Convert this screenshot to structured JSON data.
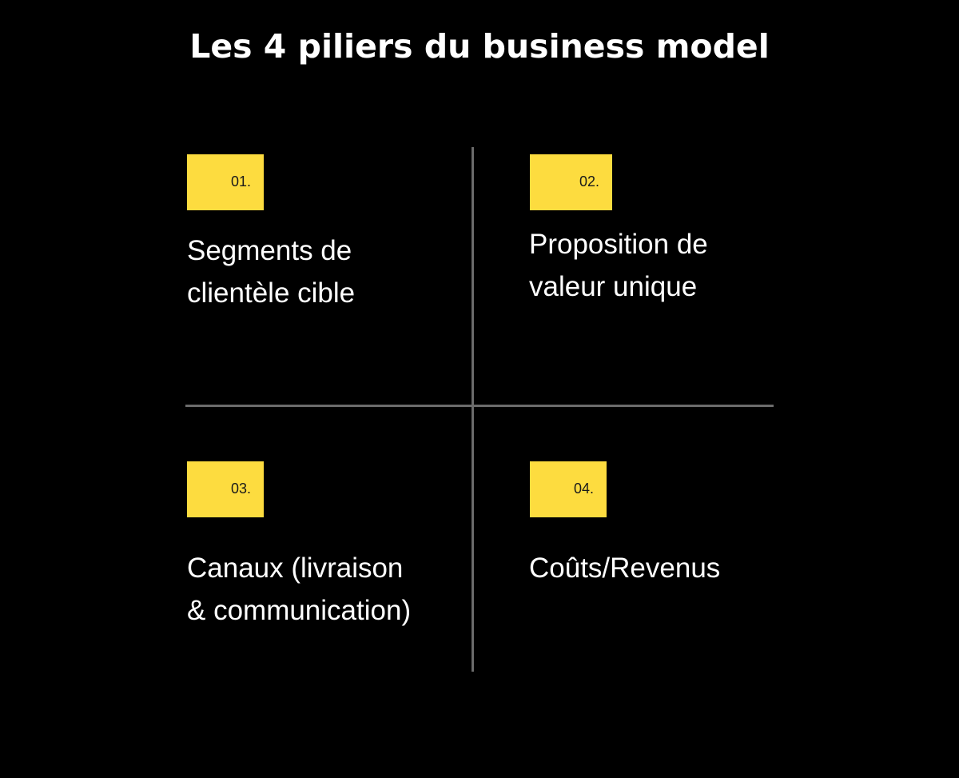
{
  "title": "Les 4 piliers du business model",
  "colors": {
    "background": "#000000",
    "badge": "#fddc3f",
    "divider": "#6b6b6b",
    "text": "#ffffff"
  },
  "pillars": [
    {
      "number": "01.",
      "line1": "Segments de",
      "line2": "clientèle cible"
    },
    {
      "number": "02.",
      "line1": "Proposition de",
      "line2": "valeur unique"
    },
    {
      "number": "03.",
      "line1": "Canaux (livraison",
      "line2": "& communication)"
    },
    {
      "number": "04.",
      "line1": "Coûts/Revenus",
      "line2": ""
    }
  ]
}
